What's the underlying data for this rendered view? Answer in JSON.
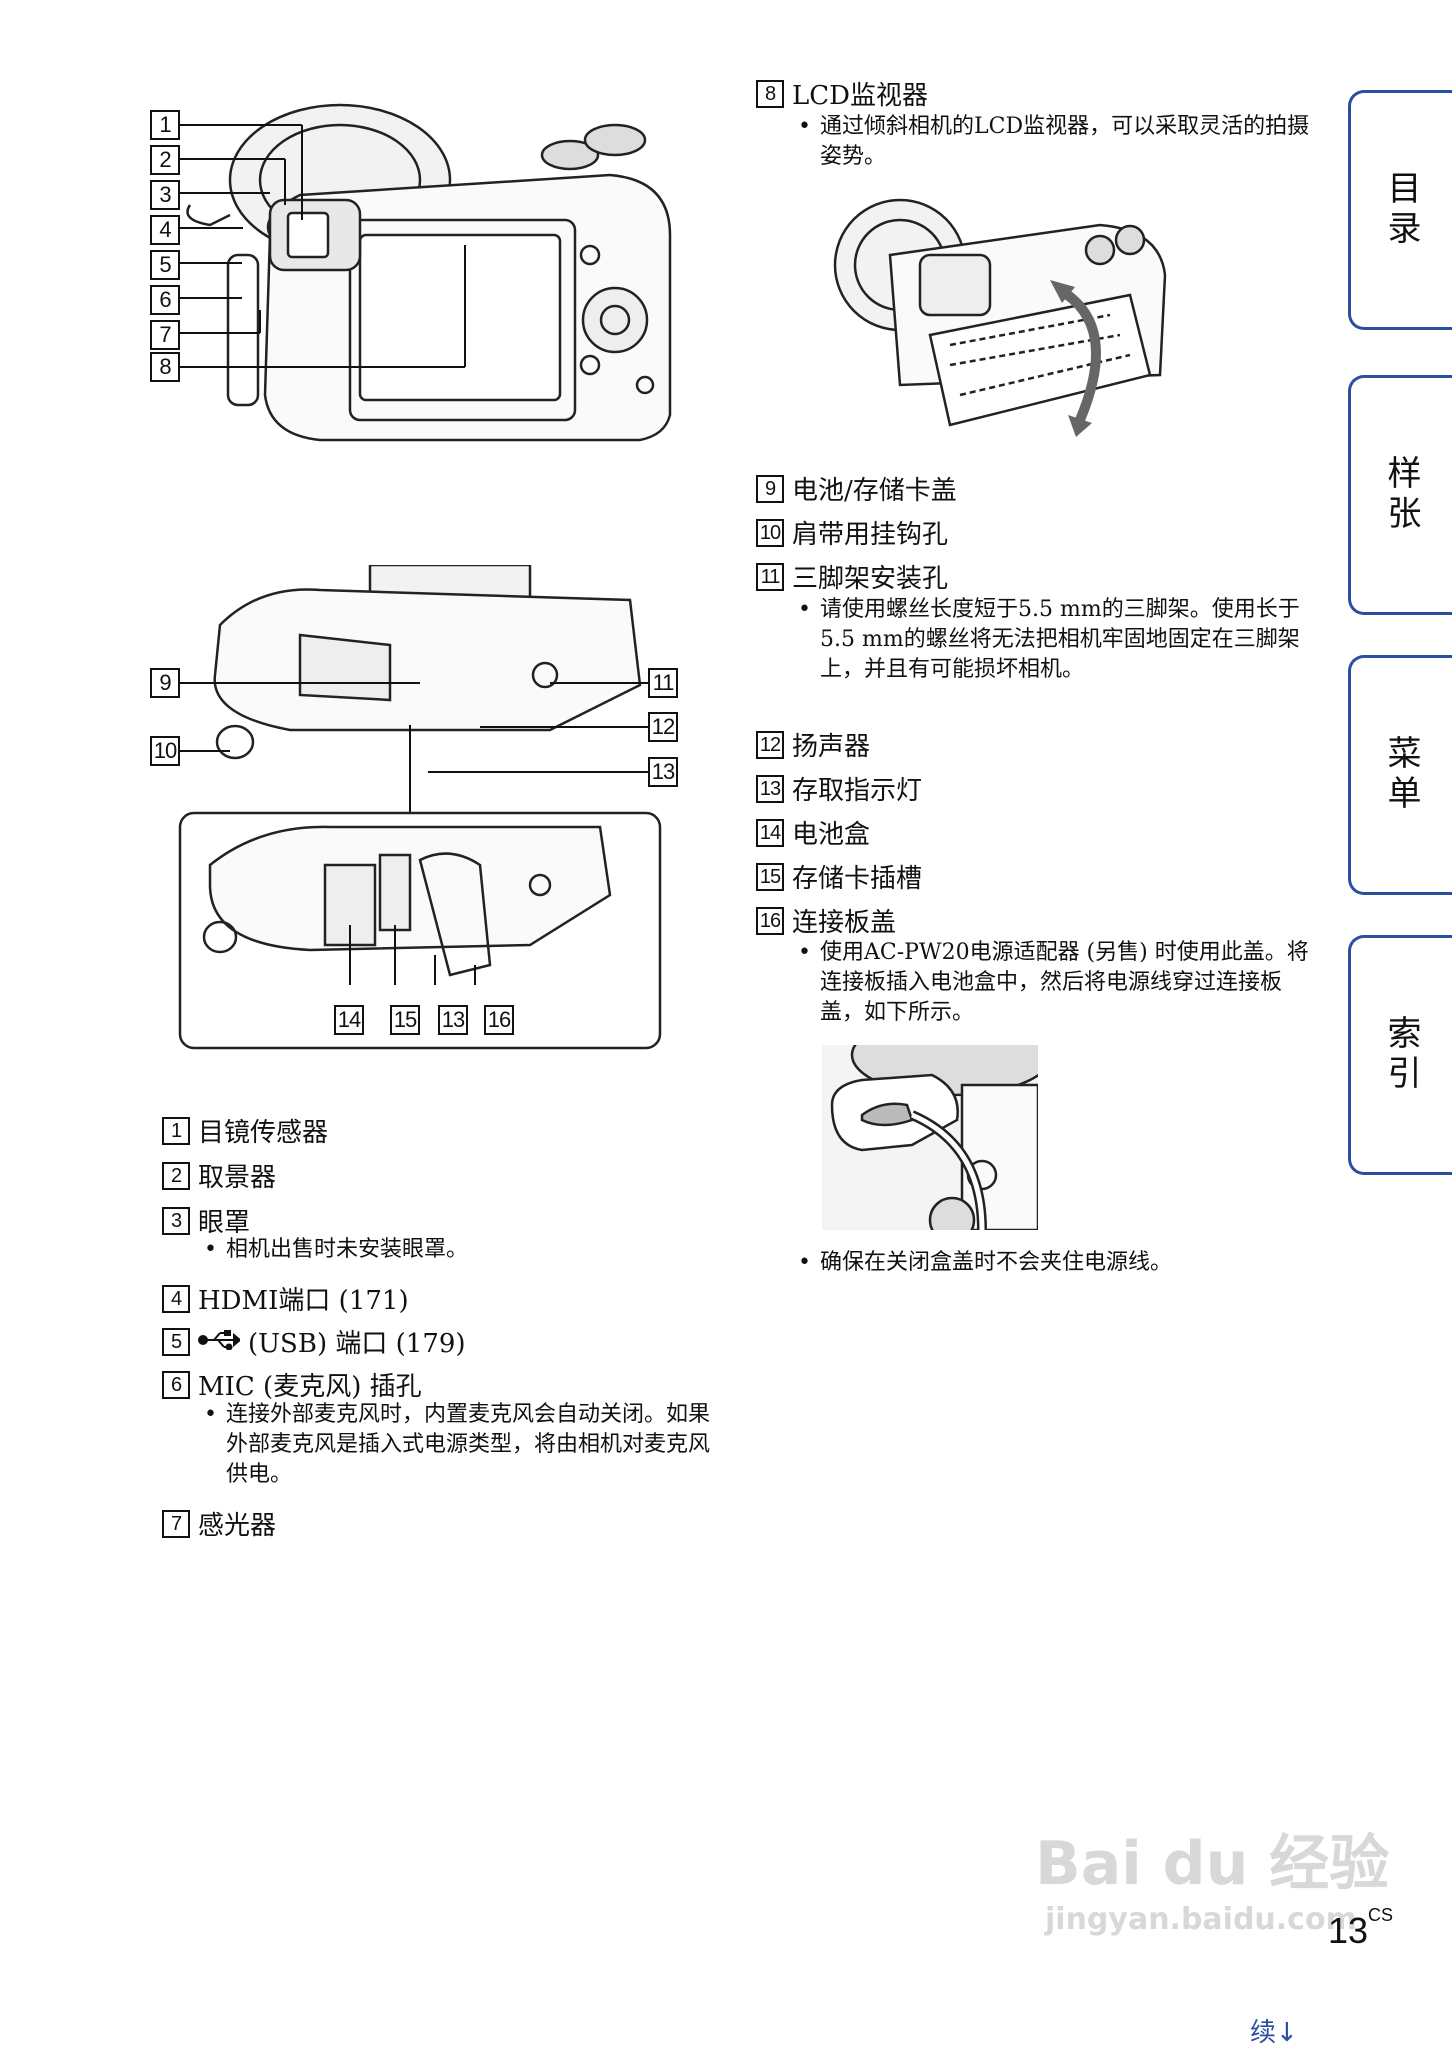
{
  "fig1_callouts": [
    "1",
    "2",
    "3",
    "4",
    "5",
    "6",
    "7",
    "8"
  ],
  "fig2_callouts_left": [
    "9",
    "10"
  ],
  "fig2_callouts_right": [
    "11",
    "12",
    "13"
  ],
  "fig2_callouts_bottom": [
    "14",
    "15",
    "13",
    "16"
  ],
  "left_items": [
    {
      "num": "1",
      "label": "目镜传感器"
    },
    {
      "num": "2",
      "label": "取景器"
    },
    {
      "num": "3",
      "label": "眼罩",
      "note": "相机出售时未安装眼罩。"
    },
    {
      "num": "4",
      "label": "HDMI端口 (171)"
    },
    {
      "num": "5",
      "label": "(USB) 端口 (179)",
      "usb_icon": "usb-icon"
    },
    {
      "num": "6",
      "label": "MIC (麦克风) 插孔",
      "note": "连接外部麦克风时，内置麦克风会自动关闭。如果外部麦克风是插入式电源类型，将由相机对麦克风供电。"
    },
    {
      "num": "7",
      "label": "感光器"
    }
  ],
  "right_items": {
    "item8": {
      "num": "8",
      "label": "LCD监视器",
      "note": "通过倾斜相机的LCD监视器，可以采取灵活的拍摄姿势。"
    },
    "item9": {
      "num": "9",
      "label": "电池/存储卡盖"
    },
    "item10": {
      "num": "10",
      "label": "肩带用挂钩孔"
    },
    "item11": {
      "num": "11",
      "label": "三脚架安装孔",
      "note": "请使用螺丝长度短于5.5 mm的三脚架。使用长于5.5 mm的螺丝将无法把相机牢固地固定在三脚架上，并且有可能损坏相机。"
    },
    "item12": {
      "num": "12",
      "label": "扬声器"
    },
    "item13": {
      "num": "13",
      "label": "存取指示灯"
    },
    "item14": {
      "num": "14",
      "label": "电池盒"
    },
    "item15": {
      "num": "15",
      "label": "存储卡插槽"
    },
    "item16": {
      "num": "16",
      "label": "连接板盖",
      "note": "使用AC-PW20电源适配器 (另售) 时使用此盖。将连接板插入电池盒中，然后将电源线穿过连接板盖，如下所示。"
    },
    "final_note": "确保在关闭盒盖时不会夹住电源线。"
  },
  "tabs": [
    "目录",
    "样张",
    "菜单",
    "索引"
  ],
  "page_number": "13",
  "page_suffix": "CS",
  "continued": "续↓",
  "watermark_main": "Bai du 经验",
  "watermark_sub": "jingyan.baidu.com",
  "bullet": "•",
  "colors": {
    "tab_border": "#2b4fa0",
    "text": "#111111",
    "watermark": "#d8d8d8"
  }
}
